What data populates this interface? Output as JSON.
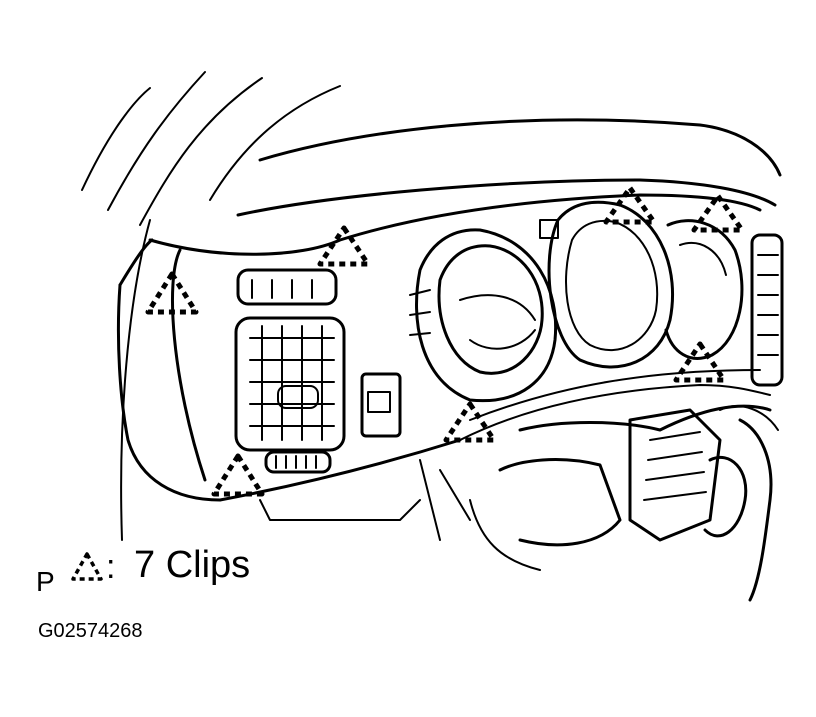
{
  "legend": {
    "view_letter": "P",
    "separator": ":",
    "clips_label": "7 Clips"
  },
  "figure_code": "G02574268",
  "icons": {
    "clip_marker": "dashed-triangle-icon"
  },
  "colors": {
    "ink": "#000000",
    "paper": "#ffffff"
  }
}
